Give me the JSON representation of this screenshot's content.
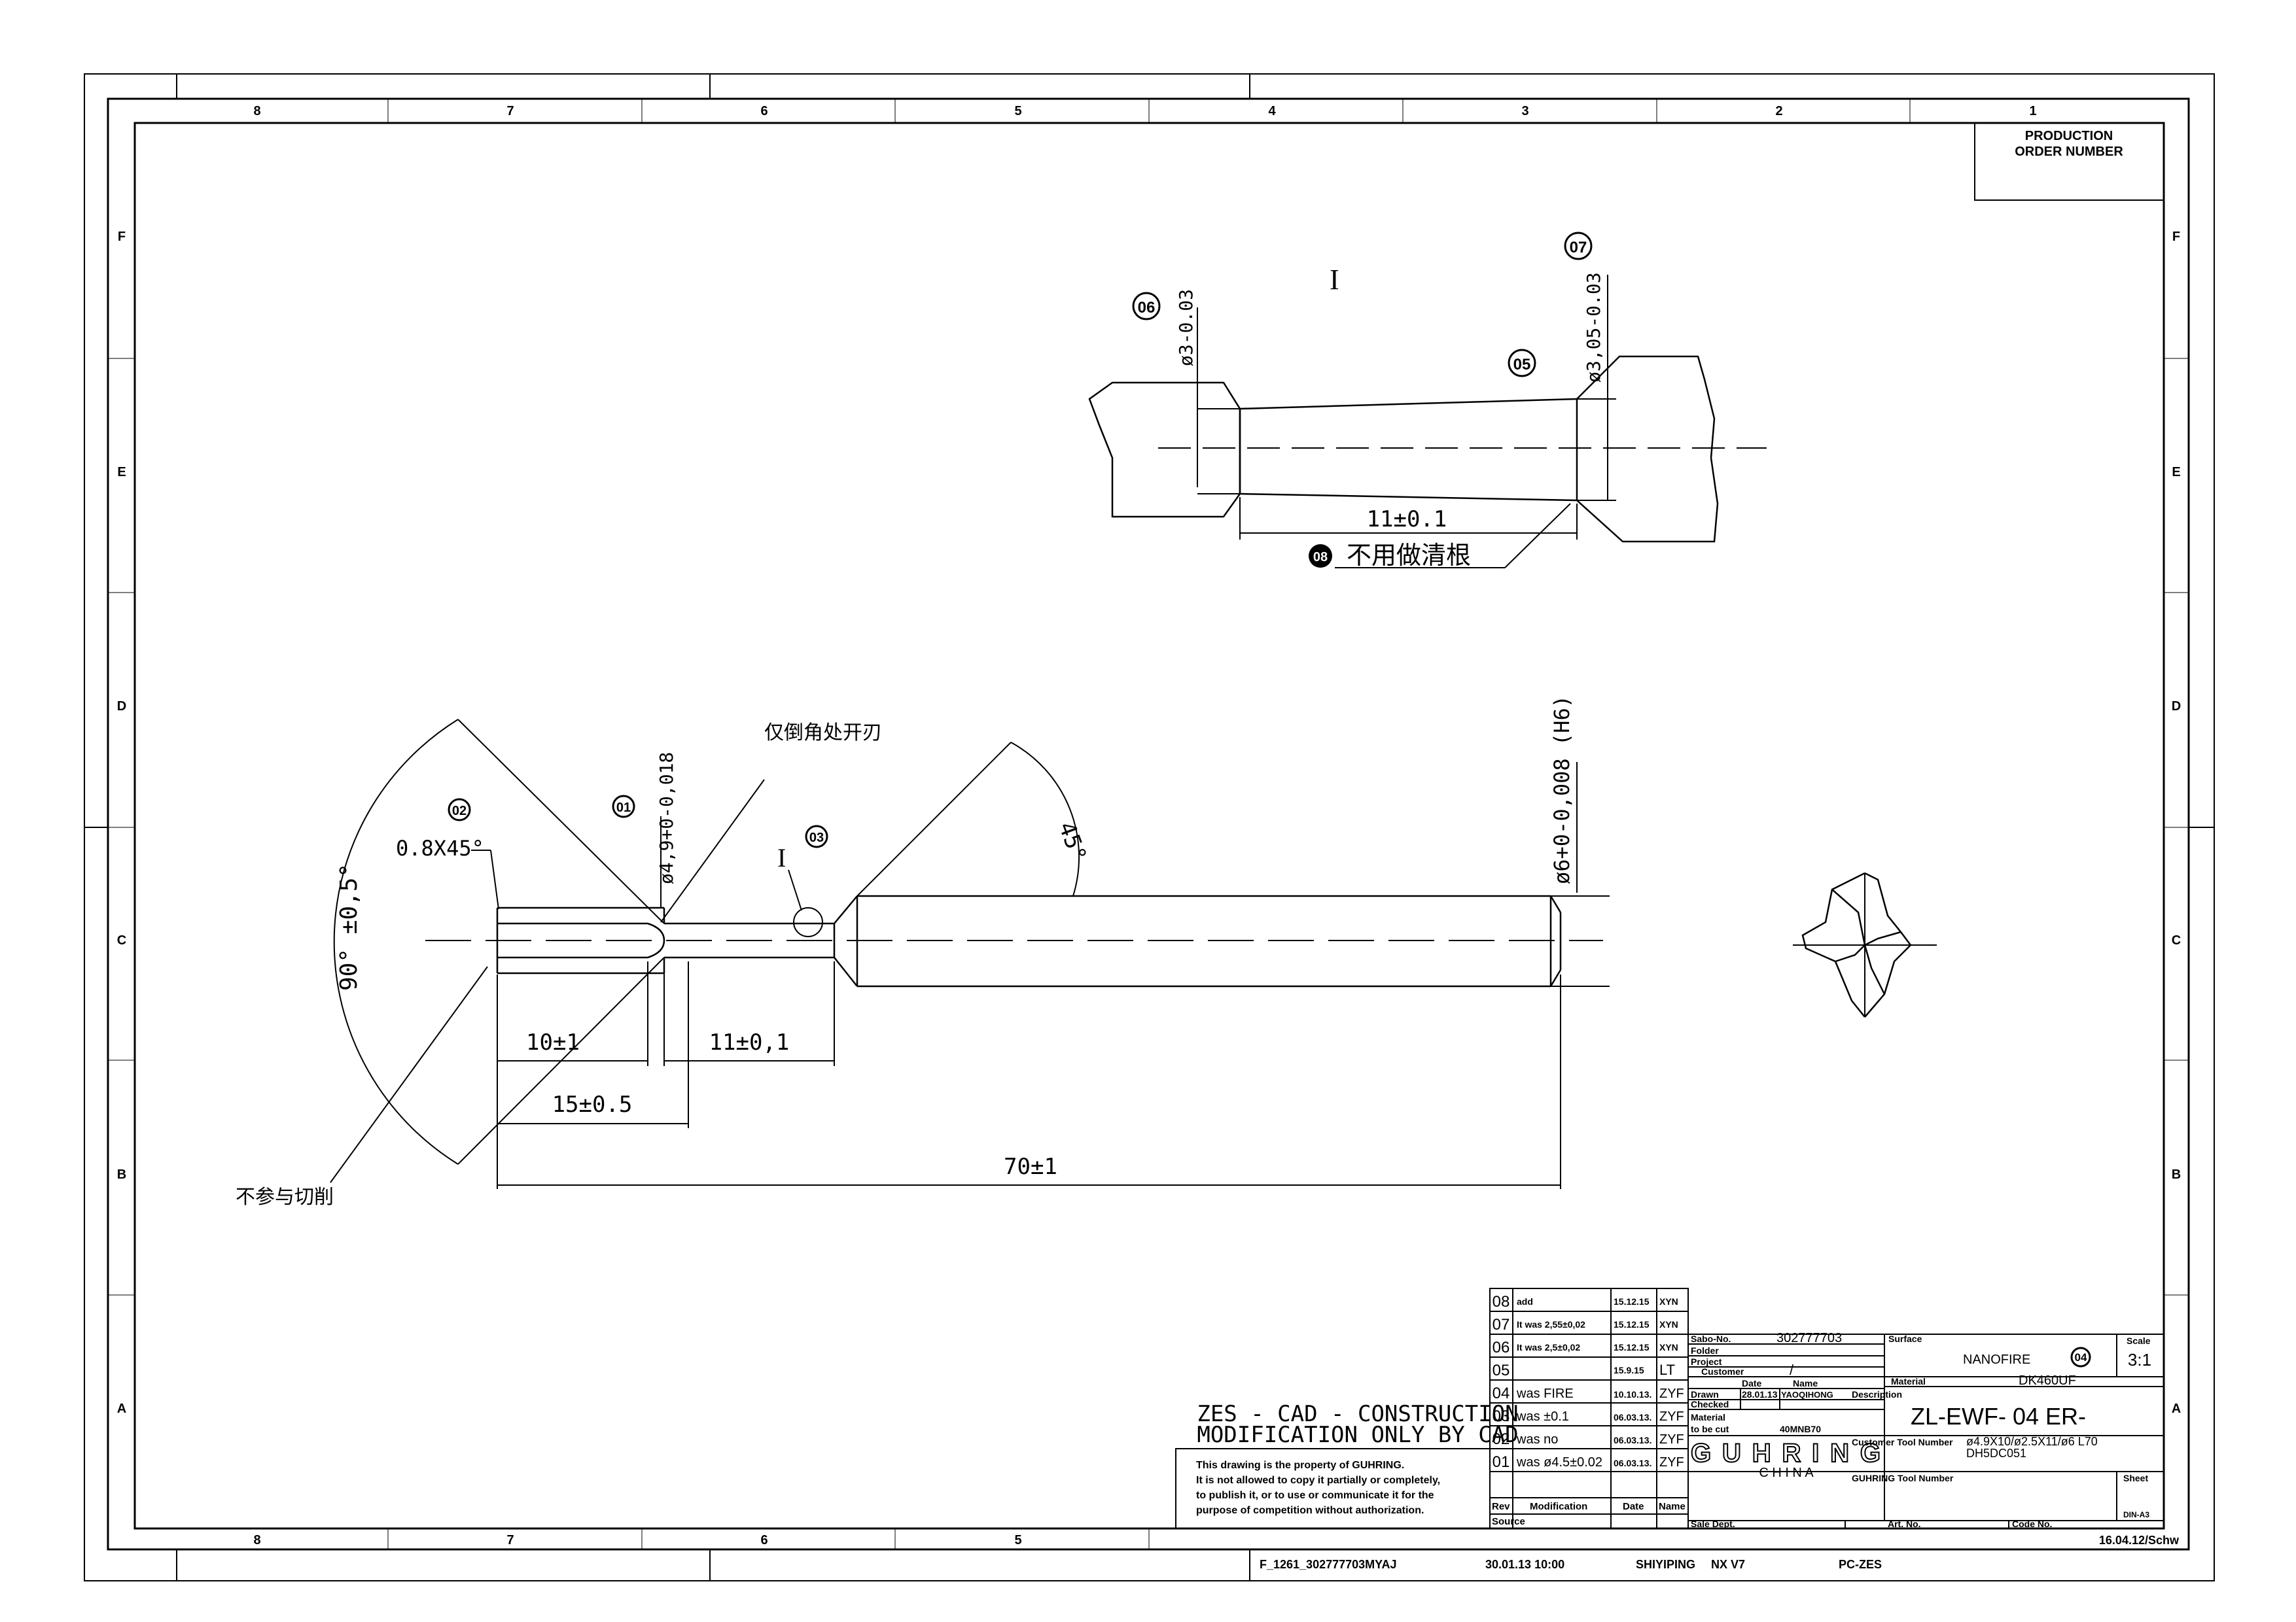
{
  "frame": {
    "col_labels": [
      "8",
      "7",
      "6",
      "5",
      "4",
      "3",
      "2",
      "1"
    ],
    "row_labels": [
      "F",
      "E",
      "D",
      "C",
      "B",
      "A"
    ],
    "bottom_col_labels": [
      "8",
      "7",
      "6",
      "5"
    ]
  },
  "production_order": {
    "line1": "PRODUCTION",
    "line2": "ORDER NUMBER"
  },
  "detail_view": {
    "label": "I",
    "balloon_06": "06",
    "balloon_07": "07",
    "balloon_05": "05",
    "balloon_08": "08",
    "dim_left": "ø3-0.03",
    "dim_right": "ø3,05-0.03",
    "length": "11±0.1",
    "note": "不用做清根"
  },
  "main_view": {
    "balloon_02": "02",
    "balloon_01": "01",
    "balloon_03": "03",
    "chamfer": "0.8X45°",
    "dia_49": "ø4,9+0-0,018",
    "dia_6": "ø6+0-0,008 (H6)",
    "angle_90": "90° ±0,5°",
    "angle_45": "45°",
    "note_cut": "仅倒角处开刃",
    "note_nocut": "不参与切削",
    "detail_ref": "I",
    "dim_10": "10±1",
    "dim_11": "11±0,1",
    "dim_15": "15±0.5",
    "dim_70": "70±1"
  },
  "zes_note": {
    "line1": "ZES - CAD - CONSTRUCTION",
    "line2": "MODIFICATION ONLY BY CAD"
  },
  "property_note": [
    "This drawing is the property of GUHRING.",
    "It is not allowed to copy it partially or completely,",
    "to publish it, or to use or communicate it for the",
    "purpose of competition without authorization."
  ],
  "revisions": [
    {
      "rev": "08",
      "mod": "add",
      "date": "15.12.15",
      "name": "XYN"
    },
    {
      "rev": "07",
      "mod": "It was 2,55±0,02",
      "date": "15.12.15",
      "name": "XYN"
    },
    {
      "rev": "06",
      "mod": "It was 2,5±0,02",
      "date": "15.12.15",
      "name": "XYN"
    },
    {
      "rev": "05",
      "mod": "",
      "date": "15.9.15",
      "name": "LT"
    },
    {
      "rev": "04",
      "mod": "was FIRE",
      "date": "10.10.13.",
      "name": "ZYF"
    },
    {
      "rev": "03",
      "mod": "was ±0.1",
      "date": "06.03.13.",
      "name": "ZYF"
    },
    {
      "rev": "02",
      "mod": "was no",
      "date": "06.03.13.",
      "name": "ZYF"
    },
    {
      "rev": "01",
      "mod": "was ø4.5±0.02",
      "date": "06.03.13.",
      "name": "ZYF"
    }
  ],
  "rev_headers": {
    "rev": "Rev",
    "mod": "Modification",
    "date": "Date",
    "name": "Name",
    "source": "Source"
  },
  "title_block": {
    "sabo_label": "Sabo-No.",
    "sabo_value": "302777703",
    "folder_label": "Folder",
    "project_label": "Project",
    "customer_label": "Customer",
    "customer_value": "/",
    "date_label": "Date",
    "name_label": "Name",
    "drawn_label": "Drawn",
    "drawn_date": "28.01.13",
    "drawn_name": "YAOQIHONG",
    "checked_label": "Checked",
    "material_label": "Material",
    "tobecut_label": "to be cut",
    "material_value": "40MNB70",
    "logo": "GUHRING",
    "logo_sub": "C H I N A",
    "sale_label": "Sale Dept.",
    "surface_label": "Surface",
    "surface_value": "NANOFIRE",
    "surface_rev": "04",
    "material2_label": "Material",
    "material2_value": "DK460UF",
    "scale_label": "Scale",
    "scale_value": "3:1",
    "desc_label": "Description",
    "desc_value": "ZL-EWF-  04  ER-",
    "ctn_label": "Customer Tool Number",
    "ctn_value1": "ø4.9X10/ø2.5X11/ø6 L70",
    "ctn_value2": "DH5DC051",
    "gtn_label": "GUHRING Tool Number",
    "sheet_label": "Sheet",
    "sheet_value": "DIN-A3",
    "artno_label": "Art. No.",
    "codeno_label": "Code No.",
    "date_ref": "16.04.12/Schw"
  },
  "footer": {
    "file": "F_1261_302777703MYAJ",
    "datetime": "30.01.13 10:00",
    "user": "SHIYIPING",
    "cad": "NX V7",
    "sys": "PC-ZES"
  }
}
